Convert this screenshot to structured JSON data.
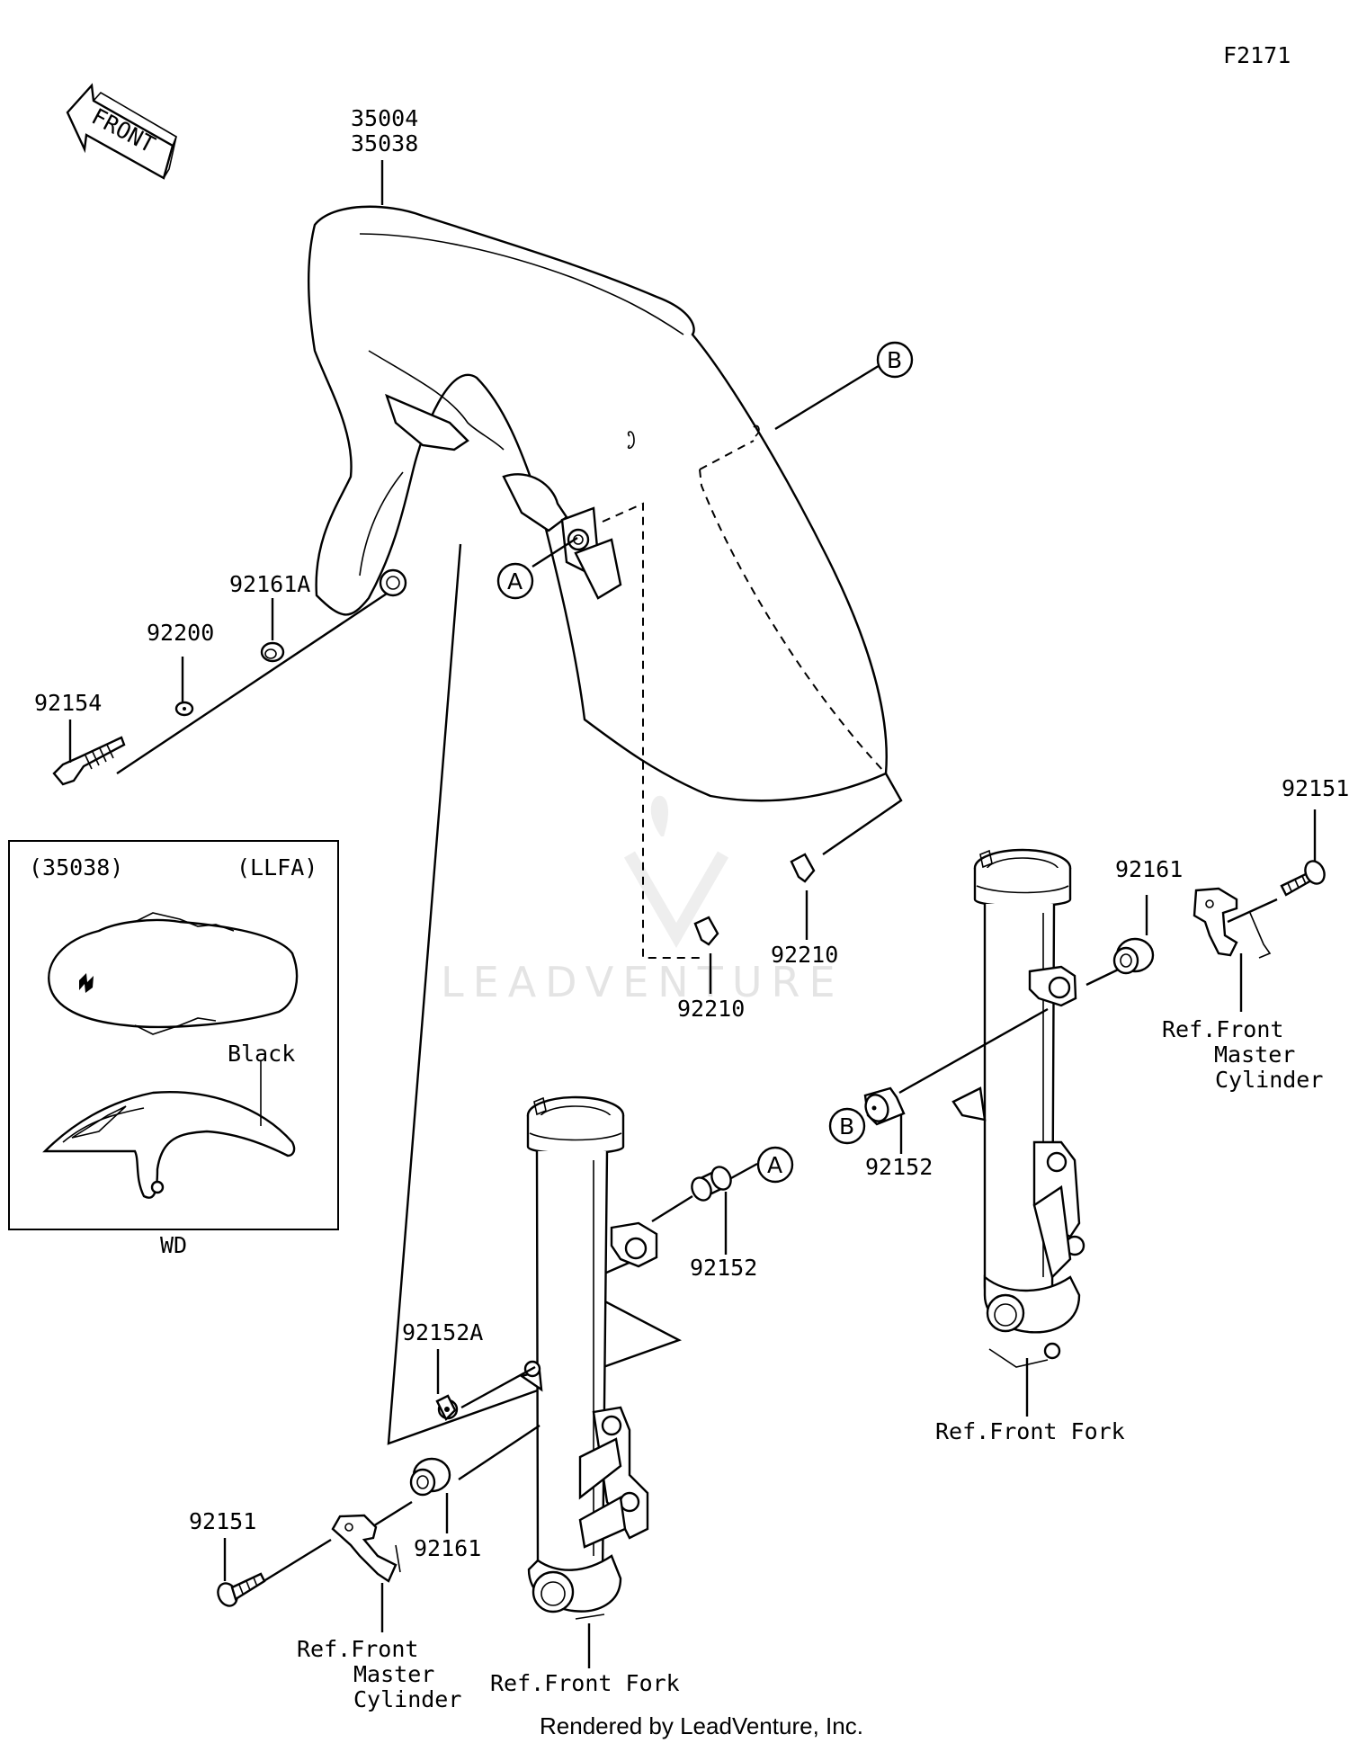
{
  "diagram_code": "F2171",
  "front_label": "FRONT",
  "parts": {
    "fender_a": "35004",
    "fender_b": "35038",
    "collar_92161A": "92161A",
    "washer_92200": "92200",
    "bolt_92154": "92154",
    "nut_92210_right": "92210",
    "nut_92210_left": "92210",
    "bolt_92151_right": "92151",
    "collar_92161_right": "92161",
    "bolt_92152_right": "92152",
    "bolt_92152_center": "92152",
    "bolt_92152A": "92152A",
    "collar_92161_left": "92161",
    "bolt_92151_left": "92151"
  },
  "callouts": {
    "a": "A",
    "b": "B"
  },
  "refs": {
    "master_cylinder_right": [
      "Ref.Front",
      "Master",
      "Cylinder"
    ],
    "front_fork_right": "Ref.Front Fork",
    "front_fork_left": "Ref.Front Fork",
    "master_cylinder_left": [
      "Ref.Front",
      "Master",
      "Cylinder"
    ]
  },
  "inset": {
    "left_tag": "(35038)",
    "right_tag": "(LLFA)",
    "color_label": "Black",
    "caption": "WD"
  },
  "watermark": "LEADVENTURE",
  "footer": "Rendered by LeadVenture, Inc."
}
